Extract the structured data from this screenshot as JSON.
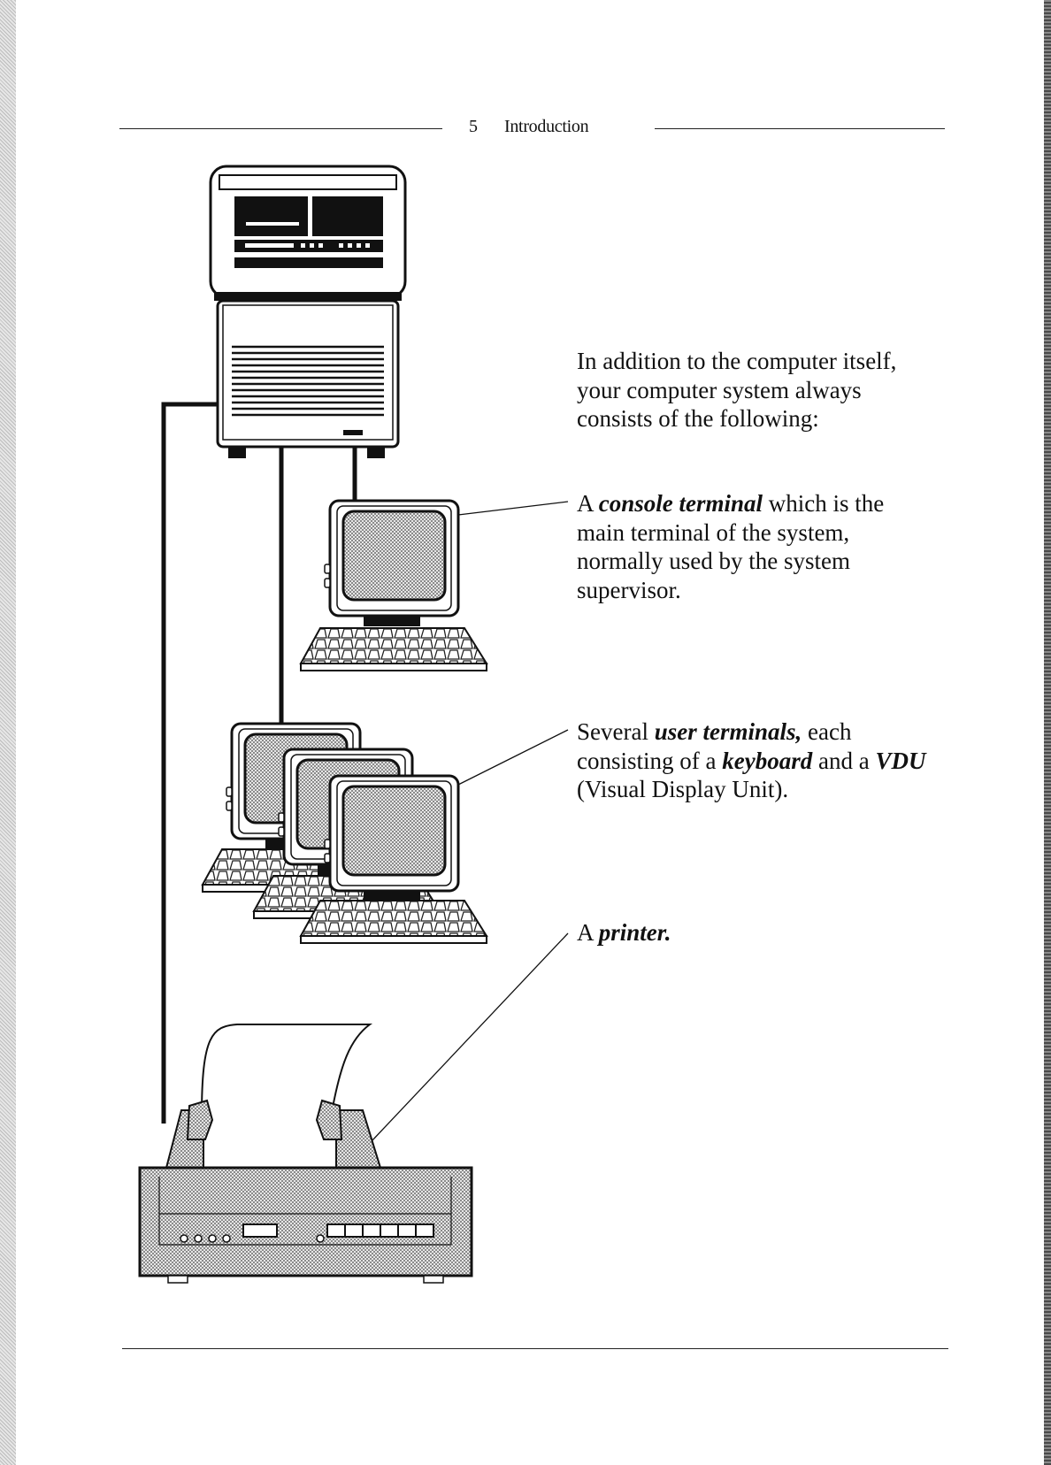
{
  "header": {
    "page_number": "5",
    "title": "Introduction"
  },
  "paragraphs": {
    "intro": "In addition to the computer itself, your computer system always consists of the following:",
    "console": {
      "prefix": "A ",
      "term": "console terminal",
      "rest": " which is the main terminal of the system, normally used by the system supervisor."
    },
    "user_terminals": {
      "t1": "Several ",
      "term1": "user terminals,",
      "t2": " each consisting of a ",
      "term2": "keyboard",
      "t3": " and a ",
      "term3": "VDU",
      "t4": " (Visual Display Unit)."
    },
    "printer": {
      "prefix": "A ",
      "term": "printer."
    }
  }
}
